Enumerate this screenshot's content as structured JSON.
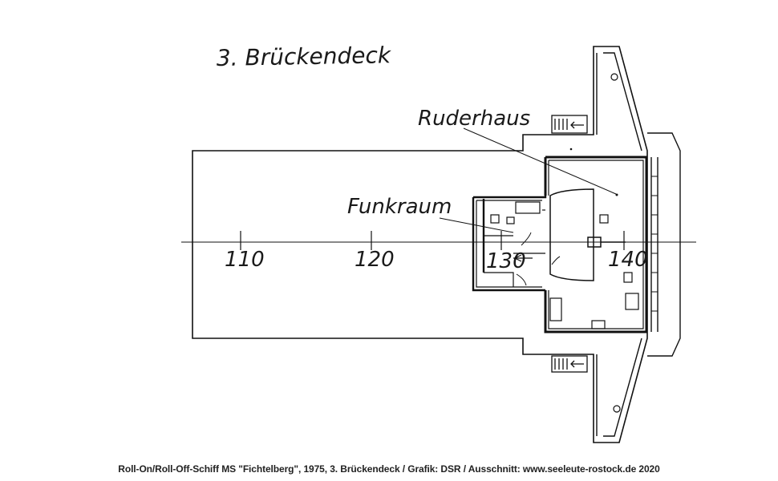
{
  "diagram": {
    "title": "3. Brückendeck",
    "labels": {
      "wheelhouse": "Ruderhaus",
      "radio_room": "Funkraum"
    },
    "frame_numbers": [
      "110",
      "120",
      "130",
      "140"
    ]
  },
  "caption": "Roll-On/Roll-Off-Schiff MS \"Fichtelberg\", 1975, 3. Brückendeck / Grafik: DSR / Ausschnitt: www.seeleute-rostock.de 2020"
}
